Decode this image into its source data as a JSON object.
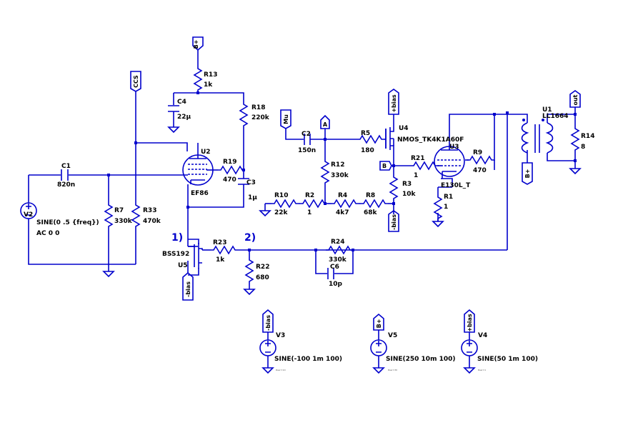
{
  "flags": {
    "bplus_top": "B+",
    "ccs": "CCS",
    "mu": "Mu",
    "a": "A",
    "plus_bias_top": "+bias",
    "b": "B",
    "minus_bias_mid": "-bias",
    "minus_bias_u5": "-bias",
    "out": "out",
    "bplus_xfmr": "B+",
    "minus_bias_v3": "-bias",
    "bplus_v5": "B+",
    "plus_bias_v4": "+bias"
  },
  "parts": {
    "r13": {
      "name": "R13",
      "value": "1k"
    },
    "c4": {
      "name": "C4",
      "value": "22µ"
    },
    "r18": {
      "name": "R18",
      "value": "220k"
    },
    "u2": {
      "name": "U2",
      "value": "EF86"
    },
    "r19": {
      "name": "R19",
      "value": "470"
    },
    "c3": {
      "name": "C3",
      "value": "1µ"
    },
    "c1": {
      "name": "C1",
      "value": "820n"
    },
    "v2": {
      "name": "V2",
      "value": "SINE(0 .5 {freq})",
      "extra": "AC 0 0"
    },
    "r7": {
      "name": "R7",
      "value": "330k"
    },
    "r33": {
      "name": "R33",
      "value": "470k"
    },
    "c2": {
      "name": "C2",
      "value": "150n"
    },
    "r5": {
      "name": "R5",
      "value": "180"
    },
    "u4": {
      "name": "U4",
      "value": "NMOS_TK4K1A60F"
    },
    "r12": {
      "name": "R12",
      "value": "330k"
    },
    "r21": {
      "name": "R21",
      "value": "1"
    },
    "u3": {
      "name": "U3",
      "value": "E130L_T"
    },
    "r9": {
      "name": "R9",
      "value": "470"
    },
    "r3": {
      "name": "R3",
      "value": "10k"
    },
    "r1": {
      "name": "R1",
      "value": "1"
    },
    "r10": {
      "name": "R10",
      "value": "22k"
    },
    "r2": {
      "name": "R2",
      "value": "1"
    },
    "r4": {
      "name": "R4",
      "value": "4k7"
    },
    "r8": {
      "name": "R8",
      "value": "68k"
    },
    "u1": {
      "name": "U1",
      "value": "LL1664"
    },
    "r14": {
      "name": "R14",
      "value": "8"
    },
    "u5": {
      "name": "U5",
      "value": "BSS192"
    },
    "r23": {
      "name": "R23",
      "value": "1k"
    },
    "r22": {
      "name": "R22",
      "value": "680"
    },
    "r24": {
      "name": "R24",
      "value": "330k"
    },
    "c6": {
      "name": "C6",
      "value": "10p"
    },
    "v3": {
      "name": "V3",
      "value": "SINE(-100 1m 100)",
      "tiny": "Rser=1m"
    },
    "v5": {
      "name": "V5",
      "value": "SINE(250 10m 100)",
      "tiny": "Rser=30"
    },
    "v4": {
      "name": "V4",
      "value": "SINE(50 1m 100)",
      "tiny": "Rser=1"
    }
  },
  "annotations": {
    "node1": "1)",
    "node2": "2)"
  },
  "colors": {
    "wire": "#0000cc",
    "background": "#ffffff",
    "text": "#000000"
  }
}
